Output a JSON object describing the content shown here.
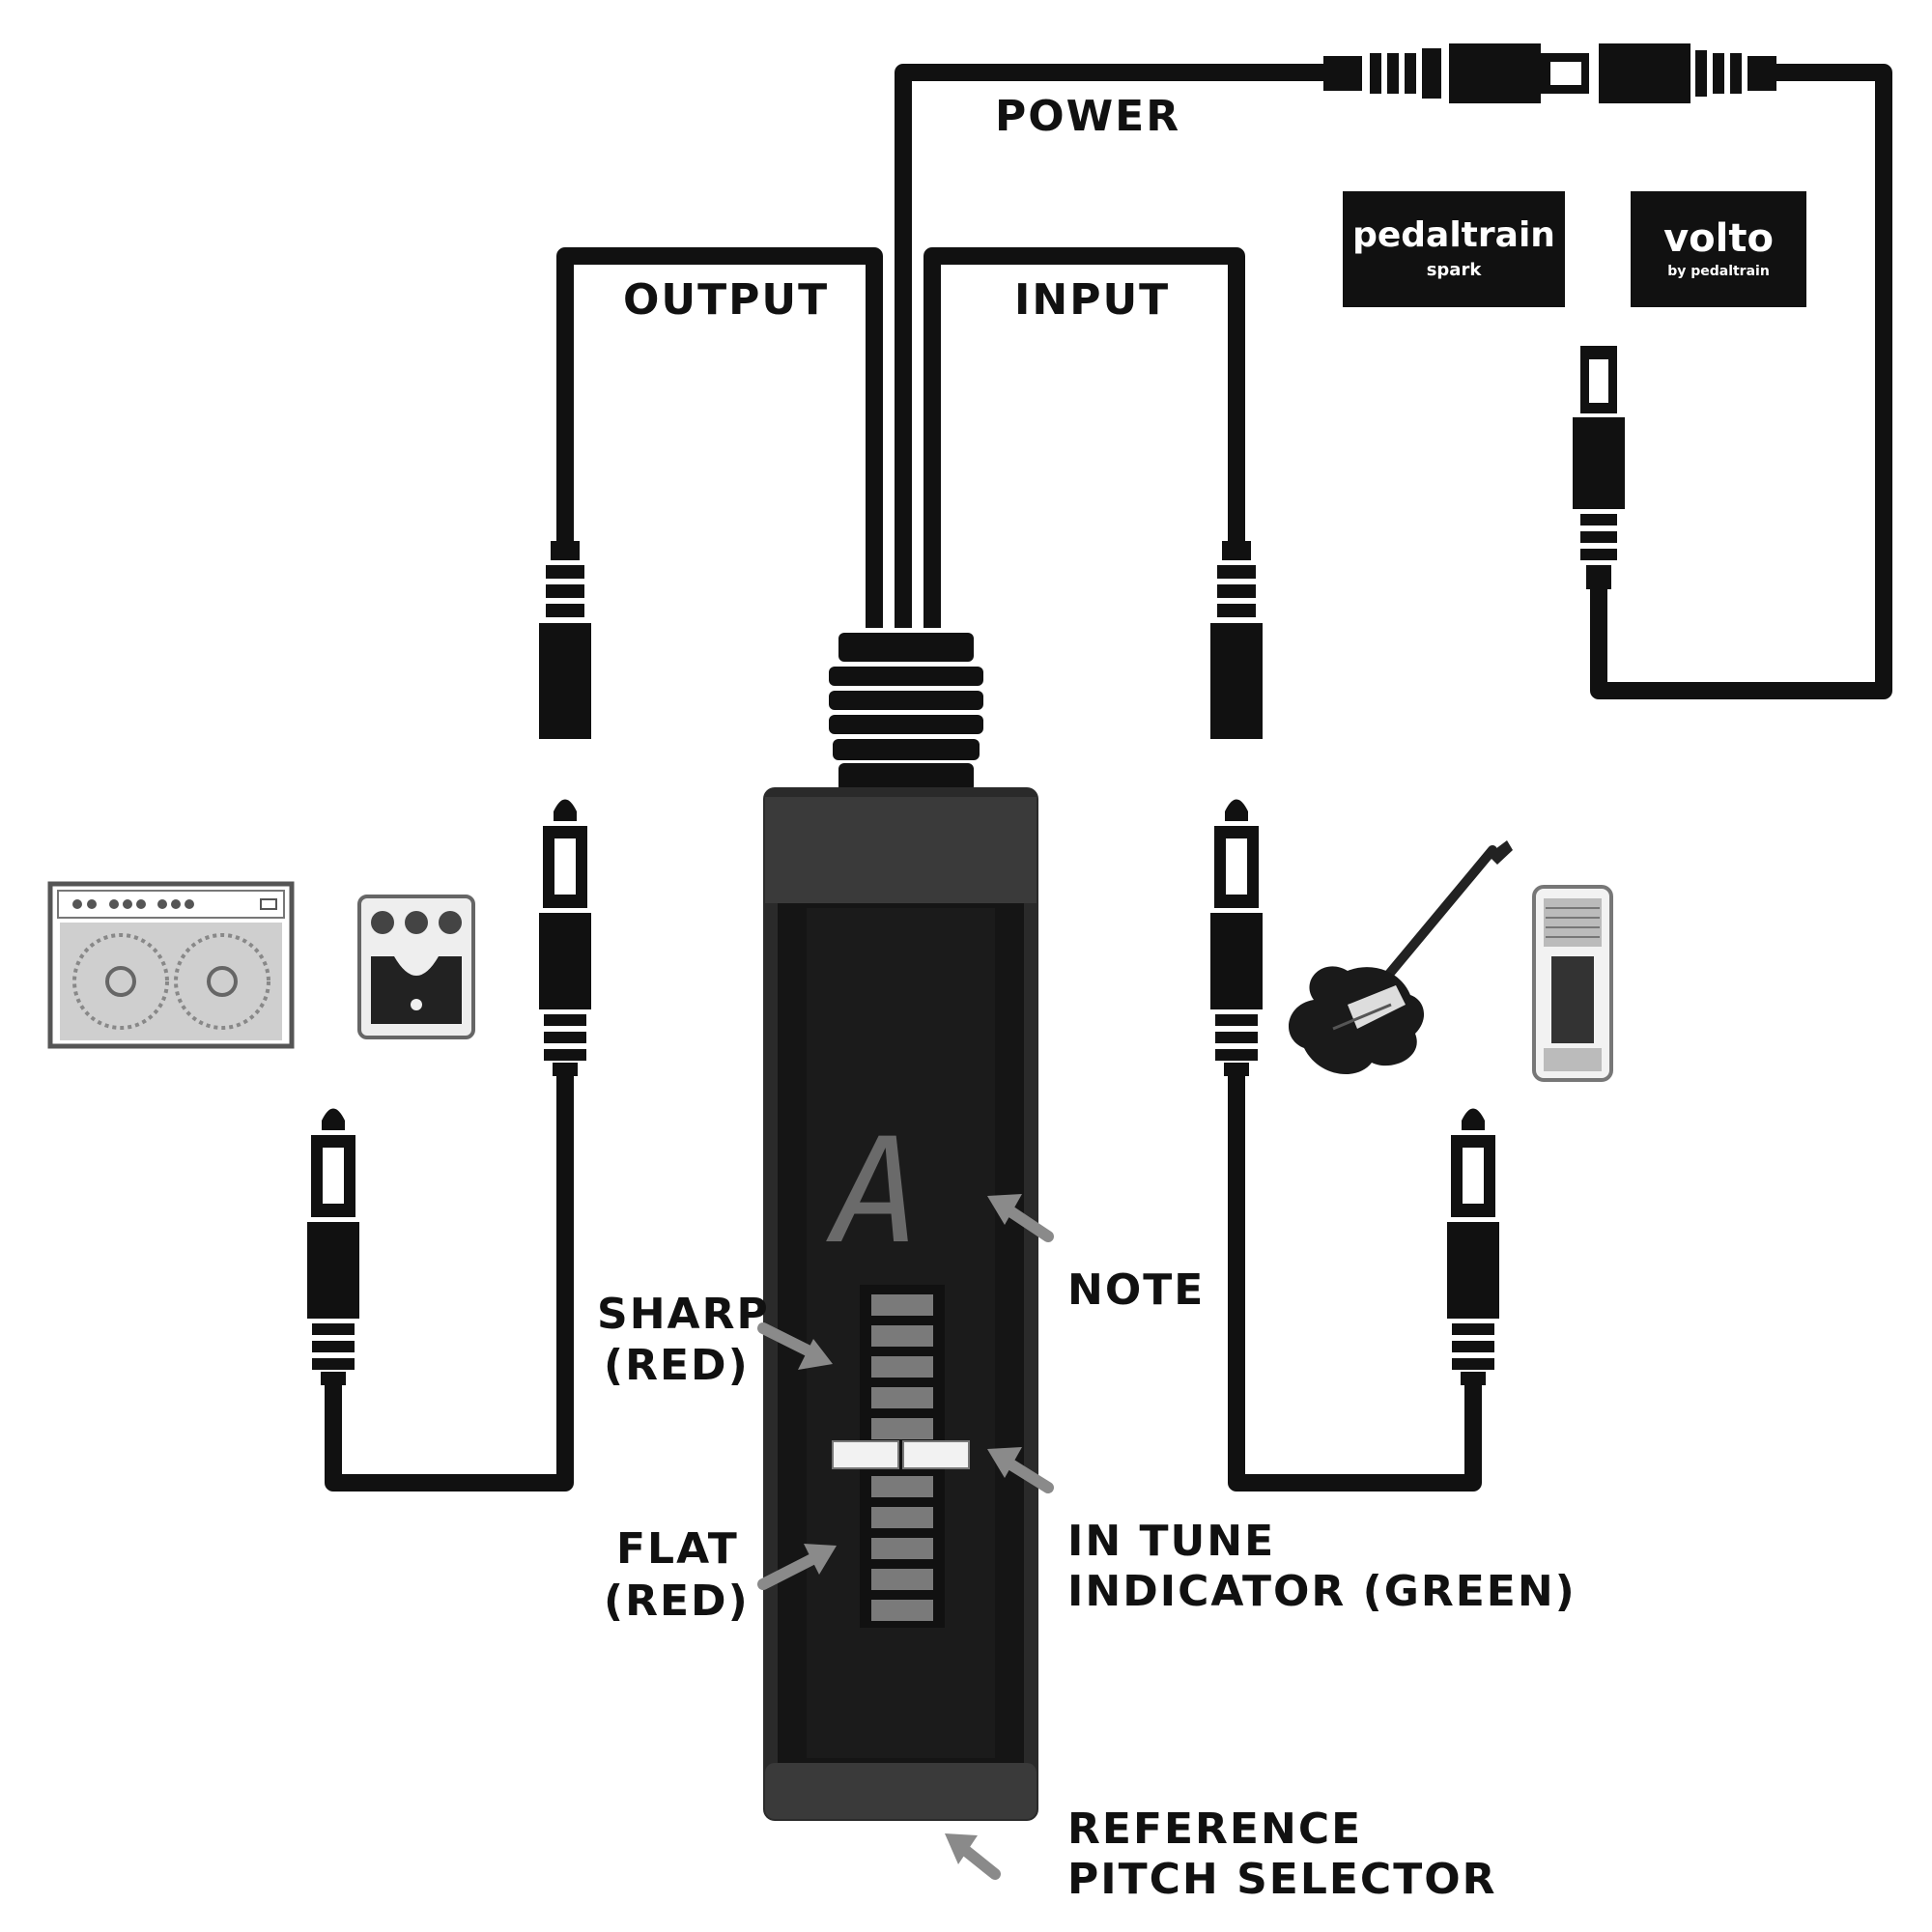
{
  "labels": {
    "power": "POWER",
    "output": "OUTPUT",
    "input": "INPUT",
    "note": "NOTE",
    "sharp_line1": "SHARP",
    "sharp_line2": "(RED)",
    "flat_line1": "FLAT",
    "flat_line2": "(RED)",
    "in_tune_line1": "IN TUNE",
    "in_tune_line2": "INDICATOR (GREEN)",
    "reference_line1": "REFERENCE",
    "reference_line2": "PITCH SELECTOR"
  },
  "display": {
    "note_letter": "A"
  },
  "logos": {
    "pedaltrain_main": "pedaltrain",
    "pedaltrain_sub": "spark",
    "volto_main": "volto",
    "volto_sub": "by pedaltrain"
  },
  "icons": {
    "amp": "amplifier-icon",
    "pedal": "effects-pedal-icon",
    "guitar": "electric-guitar-icon",
    "wah": "wah-pedal-icon"
  },
  "colors": {
    "ink": "#111111",
    "body": "#1c1c1c",
    "arrow": "#8a8a8a"
  }
}
